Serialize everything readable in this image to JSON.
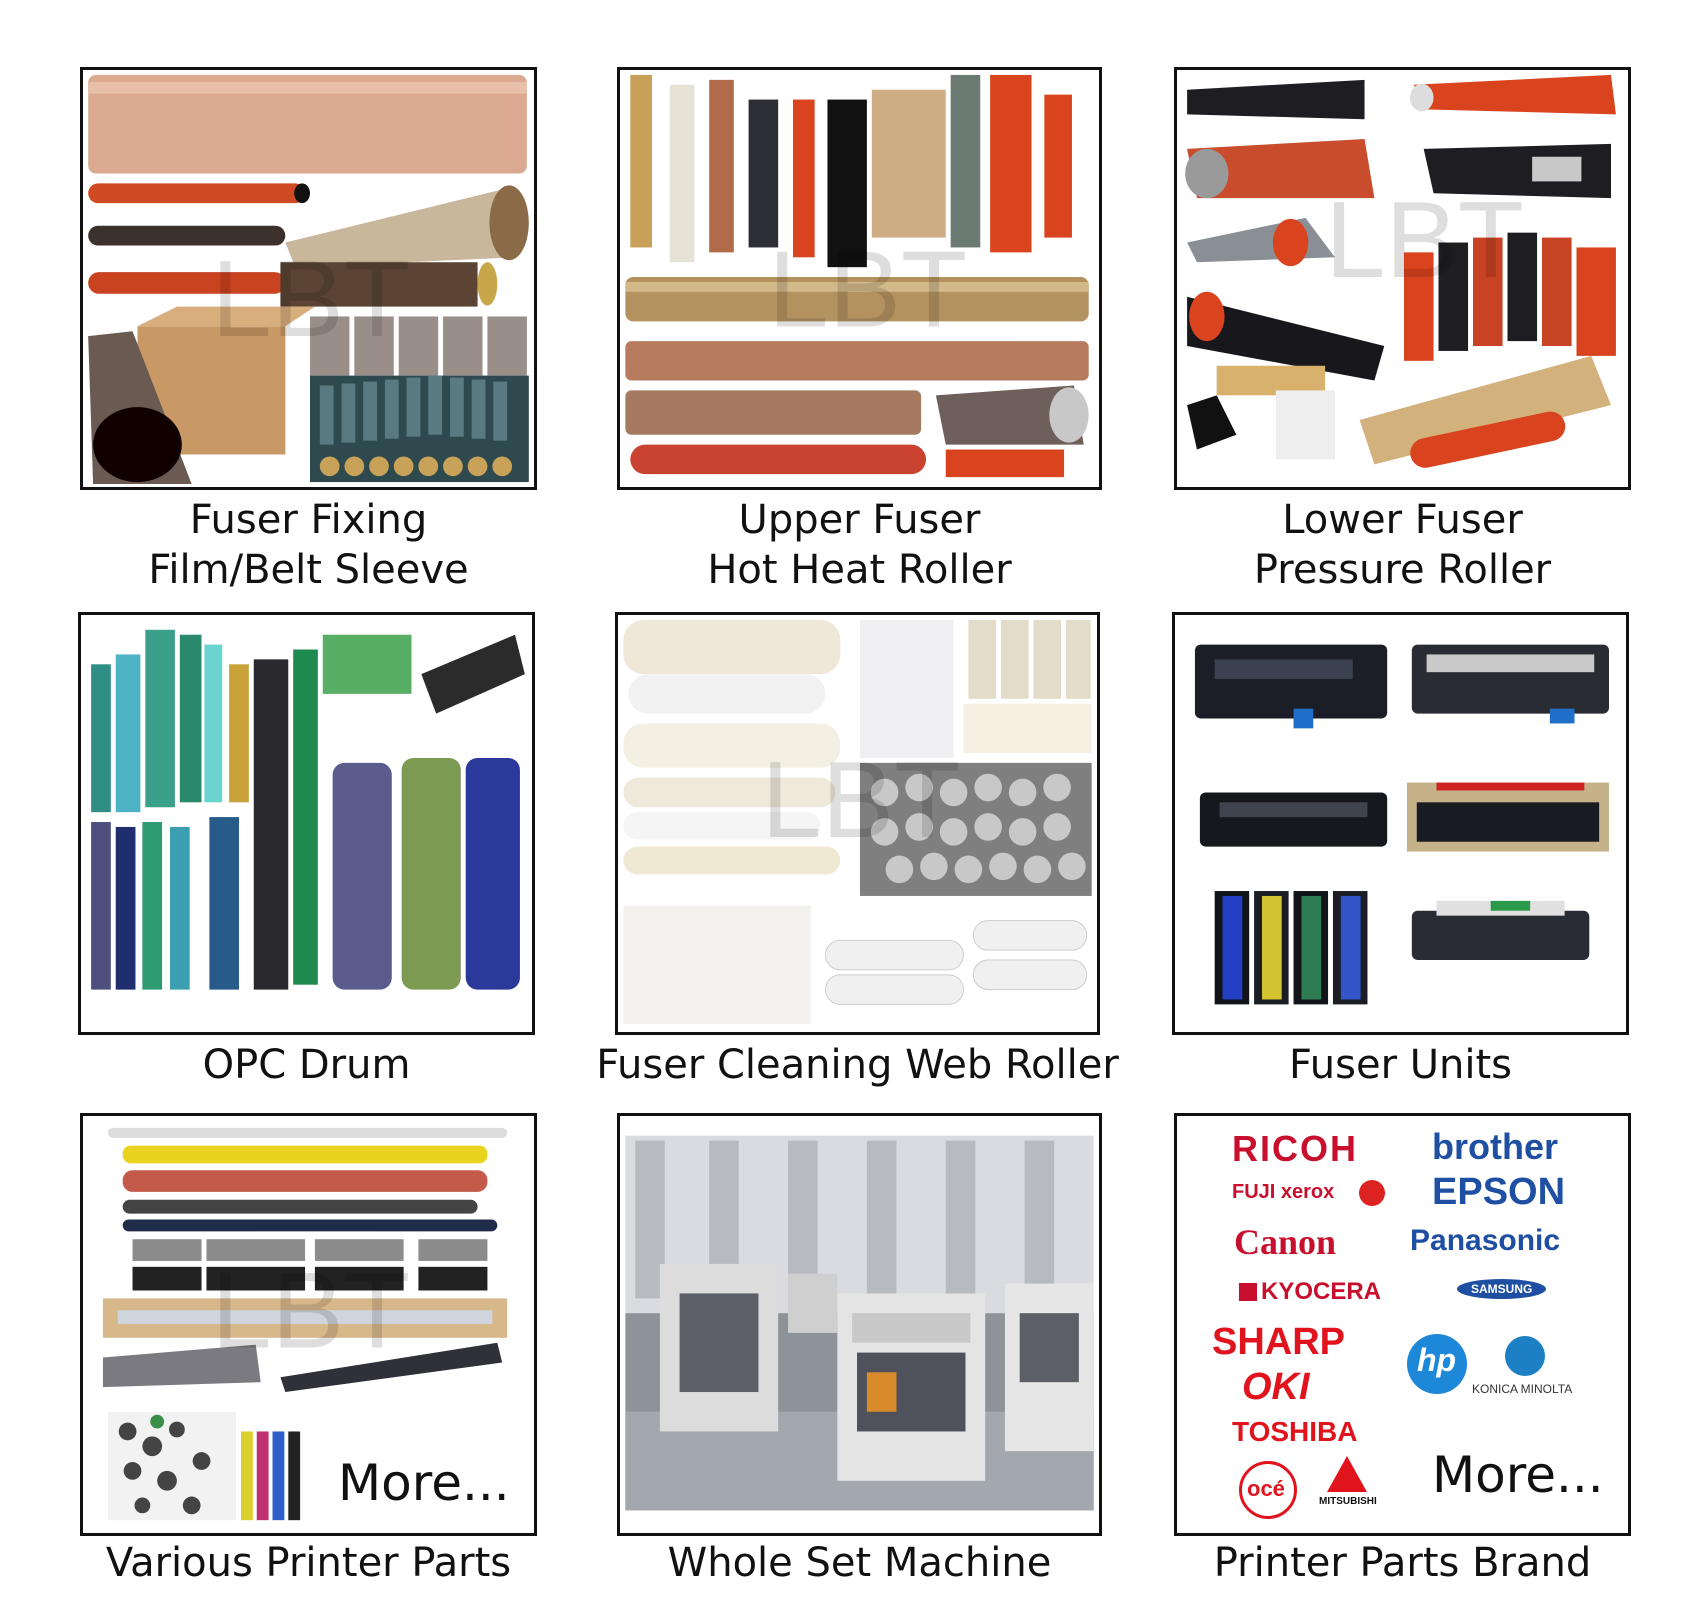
{
  "watermark": "LBT",
  "tiles": [
    {
      "caption_line1": "Fuser Fixing",
      "caption_line2": "Film/Belt Sleeve"
    },
    {
      "caption_line1": "Upper Fuser",
      "caption_line2": "Hot Heat Roller"
    },
    {
      "caption_line1": "Lower Fuser",
      "caption_line2": "Pressure Roller"
    },
    {
      "caption_line1": "OPC Drum"
    },
    {
      "caption_line1": "Fuser Cleaning Web Roller"
    },
    {
      "caption_line1": "Fuser Units"
    },
    {
      "caption_line1": "Various Printer Parts",
      "more": "More..."
    },
    {
      "caption_line1": "Whole Set Machine"
    },
    {
      "caption_line1": "Printer Parts Brand",
      "more": "More..."
    }
  ],
  "brands": {
    "ricoh": "RICOH",
    "brother": "brother",
    "fujixerox": "FUJI xerox",
    "epson": "EPSON",
    "canon": "Canon",
    "panasonic": "Panasonic",
    "kyocera": "KYOCERA",
    "samsung": "SAMSUNG",
    "sharp": "SHARP",
    "hp": "hp",
    "oki": "OKI",
    "konica": "KONICA MINOLTA",
    "toshiba": "TOSHIBA",
    "oce": "océ",
    "mitsubishi": "MITSUBISHI"
  },
  "colors": {
    "ricoh": "#c8102e",
    "brand_blue": "#1e4fa3",
    "roller_red": "#d9431e",
    "film_tan": "#d9a48a"
  }
}
